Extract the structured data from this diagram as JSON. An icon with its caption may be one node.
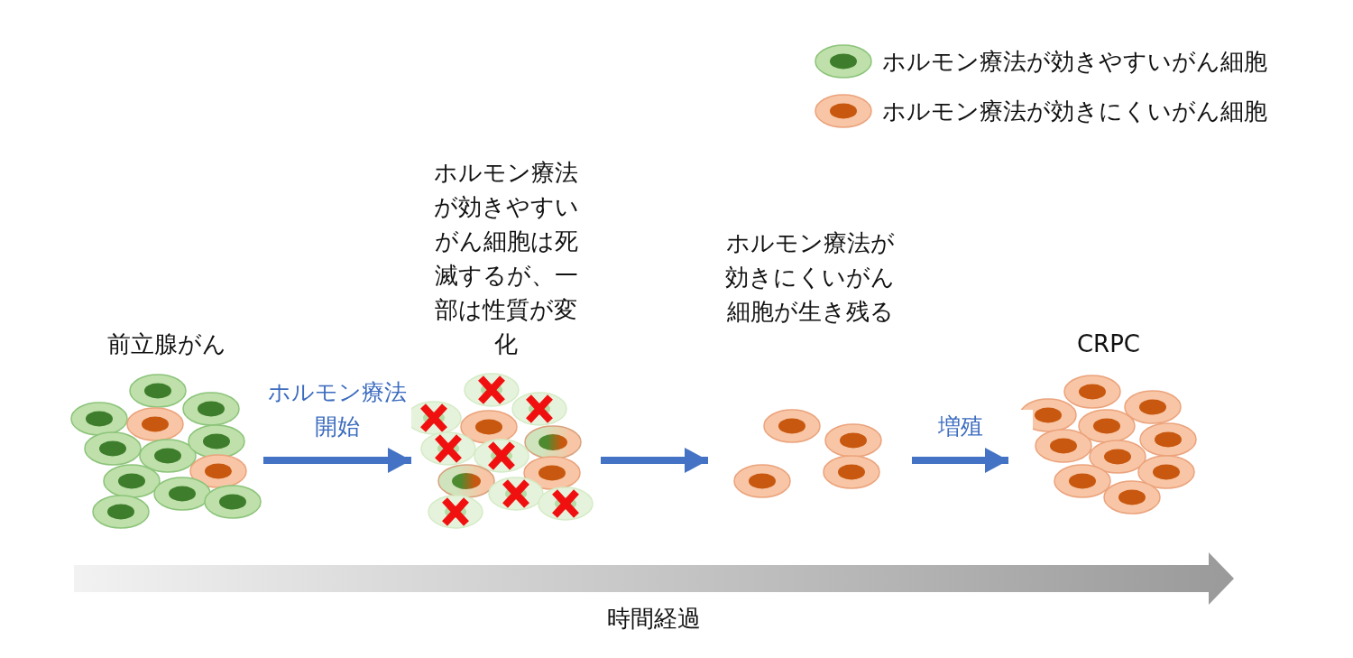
{
  "diagram": {
    "nodes": [
      {
        "text": [
          "前立腺がん"
        ]
      },
      {
        "text": [
          "ホルモン療法が効きやすいがん細胞は死滅するが、一部は性質が変化"
        ]
      },
      {
        "text": [
          "ホルモン療法が効きにくいがん細胞が生き残る"
        ]
      },
      {
        "text": [
          "CRPC"
        ]
      }
    ],
    "edges": [
      {
        "from": 0,
        "to": 1,
        "arrow": "to",
        "label": "ホルモン療法開始"
      },
      {
        "from": 1,
        "to": 2,
        "arrow": "to"
      },
      {
        "from": 2,
        "to": 3,
        "arrow": "to",
        "label": "増殖"
      }
    ],
    "labels": [
      "時間経過"
    ],
    "legend": [
      {
        "text": "ホルモン療法が効きやすいがん細胞"
      },
      {
        "text": "ホルモン療法が効きにくいがん細胞"
      }
    ]
  }
}
